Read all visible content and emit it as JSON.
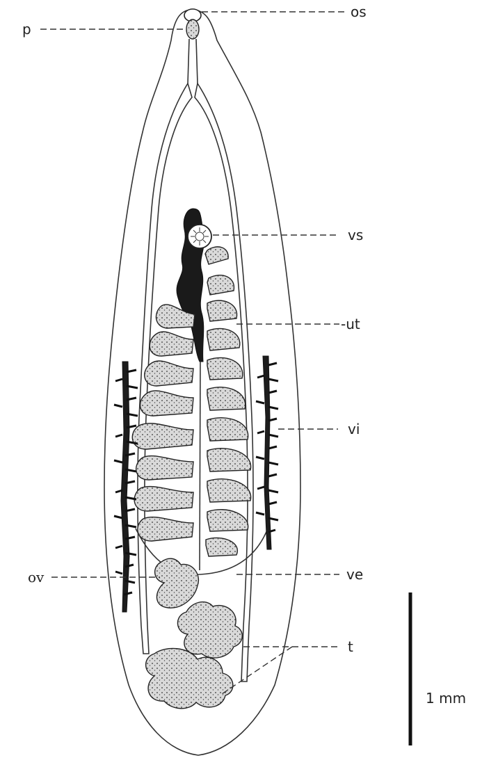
{
  "figure": {
    "labels": {
      "os": "os",
      "p": "p",
      "vs": "vs",
      "ut": "-ut",
      "vi": "vi",
      "ov": "ov",
      "ve": "ve",
      "t": "t"
    },
    "scale_bar": {
      "label": "1 mm"
    }
  }
}
